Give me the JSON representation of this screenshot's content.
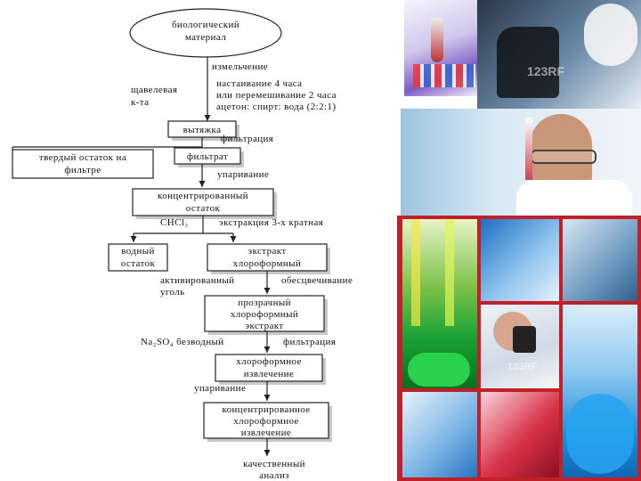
{
  "flowchart": {
    "start": "биологический материал",
    "edge_grinding": "измельчение",
    "edge_infusion": "настаивание 4 часа или перемешивание 2 часа ацетон: спирт: вода (2:2:1)",
    "side_oxalic": "щавелевая к-та",
    "extract": "вытяжка",
    "edge_filtration_1": "фильтрация",
    "solid_residue": "твердый остаток на фильтре",
    "filtrate": "фильтрат",
    "edge_evaporation_1": "упаривание",
    "concentrated_residue": "концентрированный остаток",
    "side_chcl3": "CHCl₃",
    "edge_extraction": "экстракция 3-х кратная",
    "aqueous_residue": "водный остаток",
    "chloroform_extract": "экстракт хлороформный",
    "side_charcoal": "активированный уголь",
    "edge_decolorization": "обесцвечивание",
    "clear_extract": "прозрачный хлороформный экстракт",
    "side_na2so4": "Na₂SO₄ безводный",
    "edge_filtration_2": "фильтрация",
    "chloroform_extraction": "хлороформное извлечение",
    "edge_evaporation_2": "упаривание",
    "concentrated_extraction": "концентрированное хлороформное извлечение",
    "final": "качественный анализ"
  },
  "collage": {
    "watermark": "123RF",
    "photos": [
      {
        "name": "test-tube-gloves-photo"
      },
      {
        "name": "microscope-scientist-photo"
      },
      {
        "name": "pipette-tray-photo"
      },
      {
        "name": "scientist-test-tube-photo"
      },
      {
        "name": "green-flask-tubes-photo"
      },
      {
        "name": "blue-test-tubes-photo"
      },
      {
        "name": "microscope-blue-photo"
      },
      {
        "name": "woman-microscope-photo"
      },
      {
        "name": "blue-flasks-photo"
      },
      {
        "name": "blue-tubes-rack-photo"
      },
      {
        "name": "red-liquid-photo"
      },
      {
        "name": "blue-flask-large-photo"
      }
    ],
    "frame_color": "#c0202a"
  }
}
